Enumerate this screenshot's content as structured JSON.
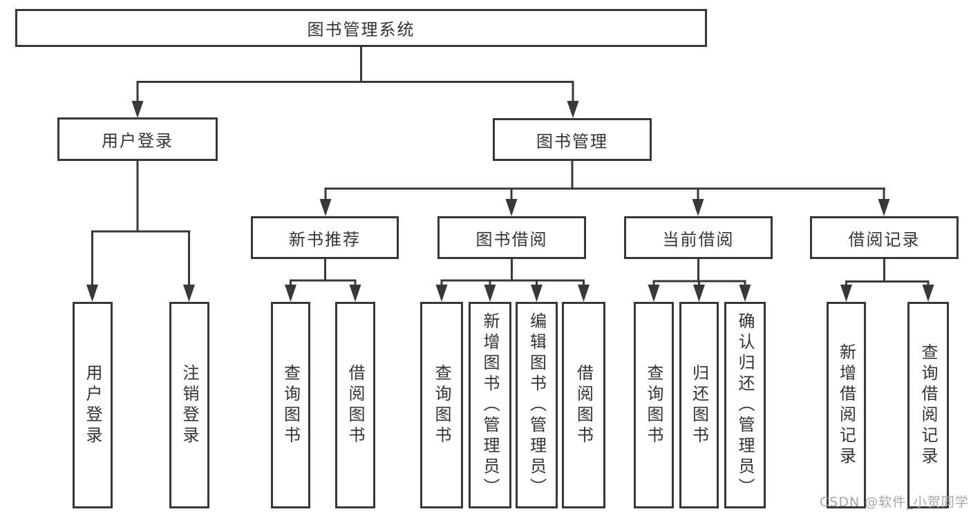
{
  "diagram_title": "图书管理系统",
  "nodes": {
    "root": "图书管理系统",
    "user_login": "用户登录",
    "book_mgmt": "图书管理",
    "new_book_rec": "新书推荐",
    "book_borrow": "图书借阅",
    "current_borrow": "当前借阅",
    "borrow_record": "借阅记录",
    "leaf_user_login": "用户登录",
    "leaf_logout": "注销登录",
    "leaf_query_book_1": "查询图书",
    "leaf_borrow_book_1": "借阅图书",
    "leaf_query_book_2": "查询图书",
    "leaf_add_book": "新增图书（管理员）",
    "leaf_edit_book": "编辑图书（管理员）",
    "leaf_borrow_book_2": "借阅图书",
    "leaf_query_book_3": "查询图书",
    "leaf_return_book": "归还图书",
    "leaf_confirm_return": "确认归还（管理员）",
    "leaf_add_record": "新增借阅记录",
    "leaf_query_record": "查询借阅记录"
  },
  "watermark": "CSDN @软件_小贺同学",
  "colors": {
    "line": "#383838",
    "border": "#363636",
    "text": "#333333",
    "background": "#ffffff",
    "watermark": "#9e9e9e"
  }
}
